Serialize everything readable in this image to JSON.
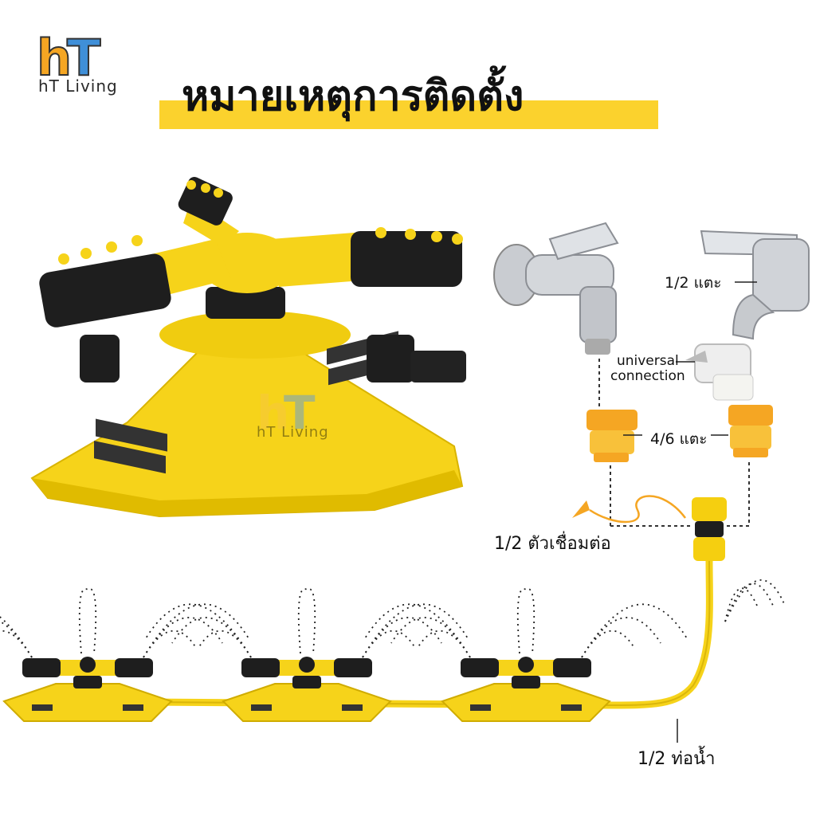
{
  "brand": {
    "logo_letters": "hT",
    "name": "hT Living"
  },
  "title": "หมายเหตุการติดตั้ง",
  "labels": {
    "half_tap": "1/2 แตะ",
    "universal_line1": "universal",
    "universal_line2": "connection",
    "tap_46": "4/6 แตะ",
    "connector": "1/2 ตัวเชื่อมต่อ",
    "pipe": "1/2 ท่อน้ำ"
  },
  "colors": {
    "accent_yellow": "#fbd22d",
    "product_yellow": "#f6d31a",
    "product_black": "#1e1e1e",
    "chrome": "#c9ccd1"
  },
  "icons": [
    "sprinkler-icon",
    "faucet-icon",
    "hose-connector-icon",
    "water-spray-icon"
  ]
}
